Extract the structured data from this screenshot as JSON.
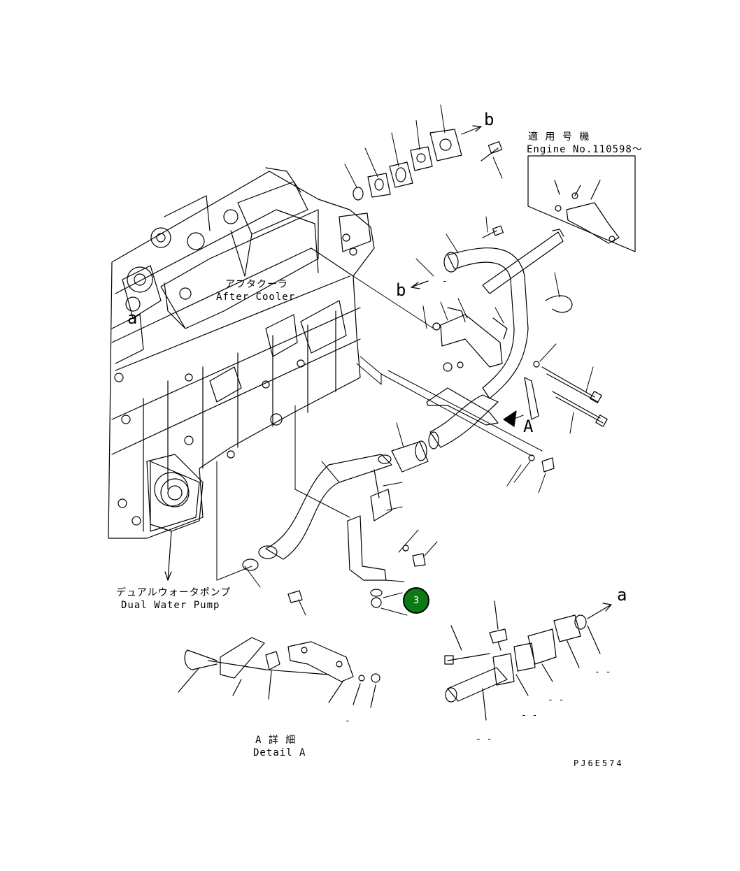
{
  "labels": {
    "aftercooler_jp": "アフタクーラ",
    "aftercooler_en": "After Cooler",
    "pump_jp": "デュアルウォータポンプ",
    "pump_en": "Dual Water Pump",
    "detail_jp": "A 詳 細",
    "detail_en": "Detail A",
    "applicable_jp": "適 用 号 機",
    "engine_no": "Engine No.110598～",
    "drawing_code": "PJ6E574"
  },
  "callouts": {
    "a_lower": "a",
    "a_right": "a",
    "b_top": "b",
    "b_mid": "b",
    "A_view": "A"
  },
  "badge": {
    "number": "3",
    "color": "#0b7a14"
  },
  "placeholders": {
    "dash": "-",
    "dashes": "- -"
  }
}
